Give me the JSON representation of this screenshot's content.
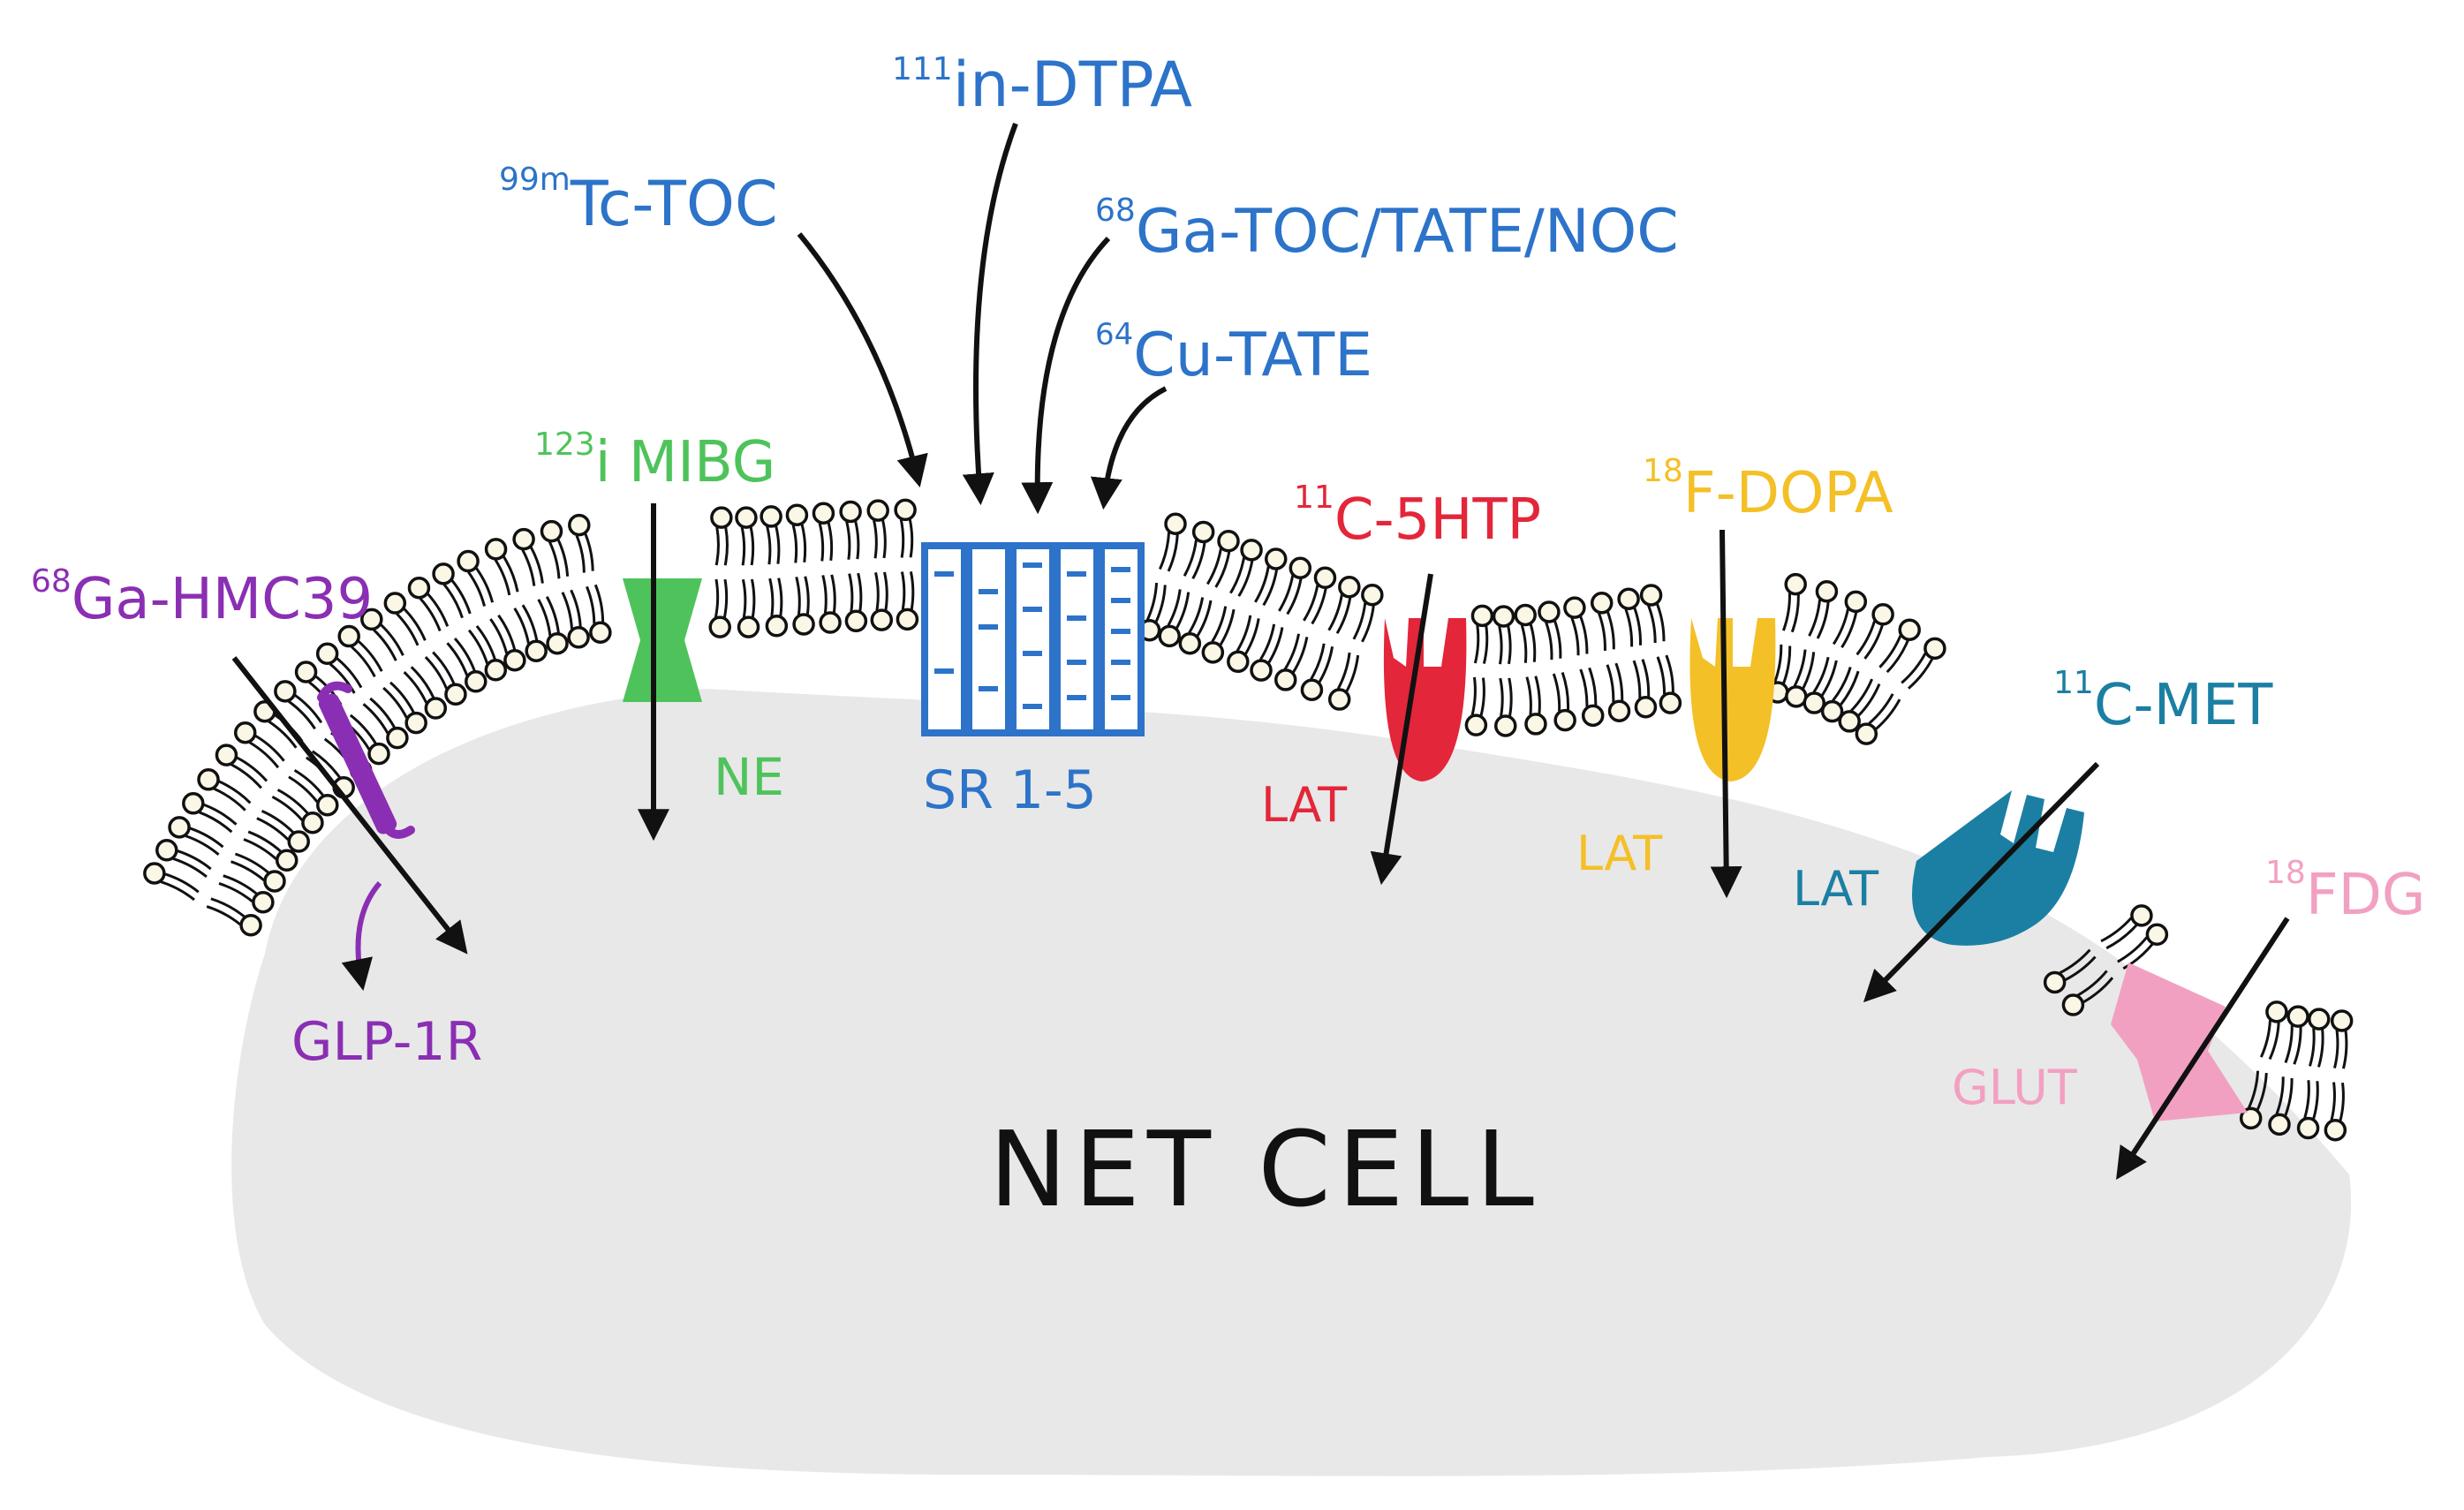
{
  "cell": {
    "label": "NET CELL",
    "fill": "#e8e8e8"
  },
  "colors": {
    "blue": "#2c73c9",
    "green": "#4fc35b",
    "purple": "#8a2fb3",
    "red": "#e3263a",
    "yellow": "#f4c027",
    "teal": "#1b7fa3",
    "pink": "#f2a0c2"
  },
  "tracers": [
    {
      "id": "ga-hmc39",
      "sup": "68",
      "name": "Ga-HMC39",
      "color": "#8a2fb3"
    },
    {
      "id": "i-mibg",
      "sup": "123",
      "name": "i MIBG",
      "color": "#4fc35b"
    },
    {
      "id": "tc-toc",
      "sup": "99m",
      "name": "Tc-TOC",
      "color": "#2c73c9"
    },
    {
      "id": "in-dtpa",
      "sup": "111",
      "name": "in-DTPA",
      "color": "#2c73c9"
    },
    {
      "id": "ga-toc",
      "sup": "68",
      "name": "Ga-TOC/TATE/NOC",
      "color": "#2c73c9"
    },
    {
      "id": "cu-tate",
      "sup": "64",
      "name": "Cu-TATE",
      "color": "#2c73c9"
    },
    {
      "id": "c-5htp",
      "sup": "11",
      "name": "C-5HTP",
      "color": "#e3263a"
    },
    {
      "id": "f-dopa",
      "sup": "18",
      "name": "F-DOPA",
      "color": "#f4c027"
    },
    {
      "id": "c-met",
      "sup": "11",
      "name": "C-MET",
      "color": "#1b7fa3"
    },
    {
      "id": "fdg",
      "sup": "18",
      "name": "FDG",
      "color": "#f2a0c2"
    }
  ],
  "receptors": [
    {
      "id": "glp-1r",
      "label": "GLP-1R",
      "color": "#8a2fb3"
    },
    {
      "id": "ne",
      "label": "NE",
      "color": "#4fc35b"
    },
    {
      "id": "sr",
      "label": "SR 1-5",
      "color": "#2c73c9"
    },
    {
      "id": "lat-red",
      "label": "LAT",
      "color": "#e3263a"
    },
    {
      "id": "lat-yellow",
      "label": "LAT",
      "color": "#f4c027"
    },
    {
      "id": "lat-teal",
      "label": "LAT",
      "color": "#1b7fa3"
    },
    {
      "id": "glut",
      "label": "GLUT",
      "color": "#f2a0c2"
    }
  ]
}
